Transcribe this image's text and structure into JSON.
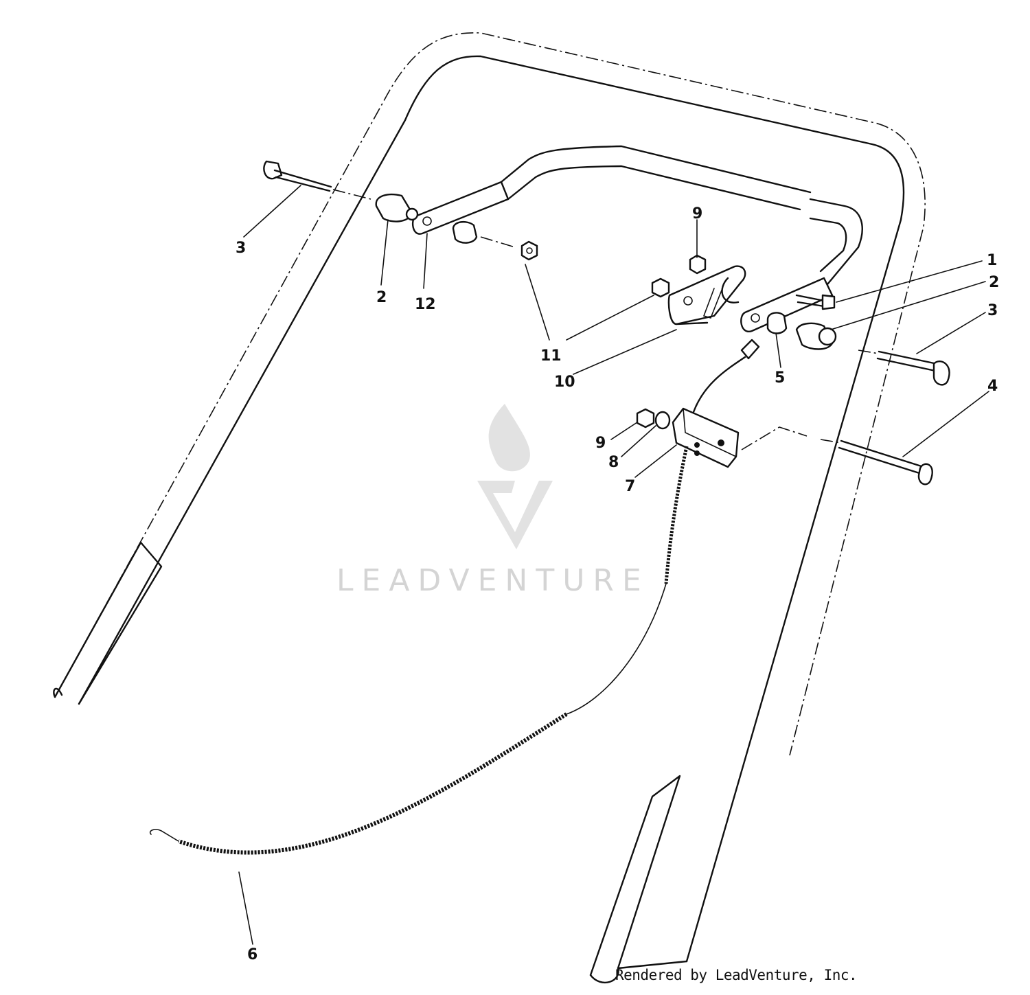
{
  "callouts": {
    "c3_left": "3",
    "c2_left": "2",
    "c12": "12",
    "c9_top": "9",
    "c11": "11",
    "c10": "10",
    "c5": "5",
    "c1": "1",
    "c2_right": "2",
    "c3_right": "3",
    "c4": "4",
    "c9_bottom": "9",
    "c8": "8",
    "c7": "7",
    "c6": "6"
  },
  "watermark": {
    "text": "LEADVENTURE"
  },
  "footer": {
    "text": "Rendered by LeadVenture, Inc."
  }
}
